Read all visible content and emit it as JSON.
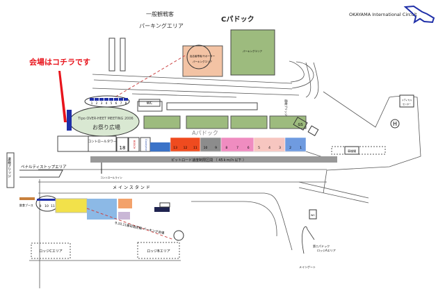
{
  "header": {
    "general_parking_line1": "一般観戦客",
    "general_parking_line2": "パーキングエリア",
    "c_paddock": "Cパドック",
    "circuit_name": "OKAYAMA International Circuit"
  },
  "callout": {
    "venue_here": "会場はコチラです"
  },
  "parking": {
    "orange_lot_line1": "出店者専用/サポーター",
    "orange_lot_line2": "パーキングエリア",
    "green_lot_line2": "パーキングエリア",
    "slots_top": [
      "1",
      "2",
      "3",
      "4",
      "5",
      "6",
      "7",
      "8"
    ],
    "slots_bottom": [
      "9",
      "10",
      "11"
    ],
    "parking_note": "9,10,11番目指定輪 パーキング会場"
  },
  "event": {
    "title": "Tipo OVER-HEET MEETING 2006",
    "plaza": "お祭り広場"
  },
  "paddock": {
    "a_paddock": "Aパドック",
    "control_tower": "コントロールタワー",
    "wc": "WC",
    "bridge": "連絡ブリッジ",
    "garage_18": "18",
    "bosch": "BOSCH",
    "goodyear": "Goodyear",
    "garage_numbers": [
      "13",
      "12",
      "11",
      "10",
      "9",
      "8",
      "7",
      "6",
      "5",
      "4",
      "3",
      "2",
      "1"
    ]
  },
  "track": {
    "pit_speed_limit": "ピットロード速度制限区間 （ 45ｋｍ/ｈ以下 ）",
    "control_line": "コントロールライン",
    "main_stand": "メインスタンド",
    "penalty_area": "ペナルティストップエリア",
    "escape_bridge": "退避ブリッジ"
  },
  "facilities": {
    "gs": "GS",
    "medical_line1": "メディカル",
    "medical_line2": "センター",
    "heliport": "H",
    "inspection": "車検場",
    "booth": "飲食ブース",
    "lodge_c": "ロッジCエリア",
    "lodge_b": "ロッジBエリア",
    "lodge_a_line1": "第二パドック",
    "lodge_a_line2": "ロッジAエリア",
    "main_gate": "メインゲート",
    "wc2": "WC"
  },
  "colors": {
    "accent_red": "#e8141c",
    "parking_orange": "#f3c3a4",
    "parking_green": "#9dbb7e",
    "event_green": "#d9e8d2",
    "track_blue": "#1f2fa8"
  }
}
